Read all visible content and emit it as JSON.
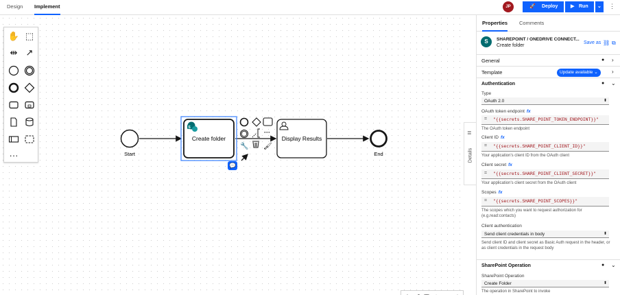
{
  "topbar": {
    "tab_design": "Design",
    "tab_implement": "Implement",
    "avatar_initials": "JP",
    "deploy_label": "Deploy",
    "run_label": "Run"
  },
  "diagram": {
    "start_label": "Start",
    "task1_label": "Create folder",
    "task2_label": "Display Results",
    "end_label": "End"
  },
  "details_tab_label": "Details",
  "panel": {
    "tab_properties": "Properties",
    "tab_comments": "Comments",
    "connector_name": "SHAREPOINT / ONEDRIVE CONNECT...",
    "connector_subtitle": "Create folder",
    "save_as": "Save as",
    "general": "General",
    "template": "Template",
    "update_badge": "Update available",
    "authentication": "Authentication",
    "type_label": "Type",
    "type_value": "OAuth 2.0",
    "token_label": "OAuth token endpoint",
    "token_value": "\"{{secrets.SHARE_POINT_TOKEN_ENDPOINT}}\"",
    "token_help": "The OAuth token endpoint",
    "client_id_label": "Client ID",
    "client_id_value": "\"{{secrets.SHARE_POINT_CLIENT_ID}}\"",
    "client_id_help": "Your application's client ID from the OAuth client",
    "client_secret_label": "Client secret",
    "client_secret_value": "\"{{secrets.SHARE_POINT_CLIENT_SECRET}}\"",
    "client_secret_help": "Your application's client secret from the OAuth client",
    "scopes_label": "Scopes",
    "scopes_value": "\"{{secrets.SHARE_POINT_SCOPES}}\"",
    "scopes_help": "The scopes which you want to request authorization for (e.g.read:contacts)",
    "client_auth_label": "Client authentication",
    "client_auth_value": "Send client credentials in body",
    "client_auth_help": "Send client ID and client secret as Basic Auth request in the header, or as client credentials in the request body",
    "sp_operation_section": "SharePoint Operation",
    "sp_operation_label": "SharePoint Operation",
    "sp_operation_value": "Create Folder",
    "sp_operation_help": "The operation in SharePoint to invoke",
    "fx": "fx",
    "eq": "="
  }
}
